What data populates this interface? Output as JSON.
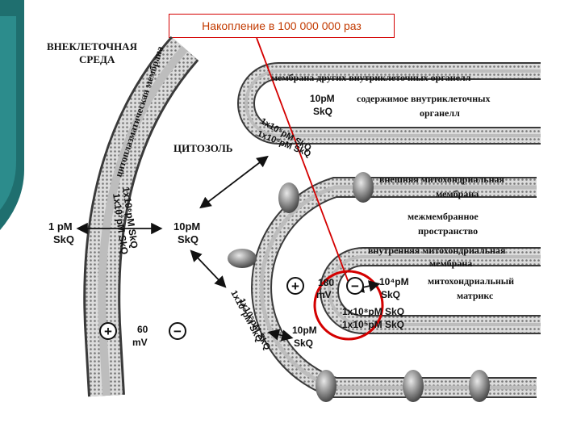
{
  "callout": "Накопление в 100 000 000 раз",
  "labels": {
    "extracellular_1": "ВНЕКЛЕТОЧНАЯ",
    "extracellular_2": "СРЕДА",
    "plasma_membrane": "цитоплазматическая мембрана",
    "cytosol": "ЦИТОЗОЛЬ",
    "organelle_membrane": "мембрана других внутриклеточных органелл",
    "organelle_content_1": "содержимое внутриклеточных",
    "organelle_content_2": "органелл",
    "outer_mito_1": "внешняя митохондриальная",
    "outer_mito_2": "мембрана",
    "intermembrane_1": "межмембранное",
    "intermembrane_2": "пространство",
    "inner_mito_1": "внутренняя митохондриальная",
    "inner_mito_2": "мембрана",
    "matrix_1": "митохондриальный",
    "matrix_2": "матрикс"
  },
  "concentrations": {
    "extra_1": "1 pM",
    "extra_2": "SkQ",
    "cyto_1": "10pM",
    "cyto_2": "SkQ",
    "pm_a": "1x10⁶pM SkQ",
    "pm_b": "1x10⁷pM SkQ",
    "org_a": "10pM",
    "org_b": "SkQ",
    "org_c": "1x10⁵pM SkQ",
    "org_d": "1x10⁵pM SkQ",
    "outer_a": "1x10⁵pM SkQ",
    "outer_b": "1x10⁵pM SkQ",
    "ims_1": "10pM",
    "ims_2": "SkQ",
    "matrix_1": "10⁴pM",
    "matrix_2": "SkQ",
    "inner_a": "1x10⁸pM SkQ",
    "inner_b": "1x10⁵pM SkQ"
  },
  "potentials": {
    "pm_value": "60",
    "pm_unit": "mV",
    "mito_value": "180",
    "mito_unit": "mV",
    "plus": "+",
    "minus": "−"
  },
  "colors": {
    "accent": "#d40000",
    "callout_text": "#c23a00",
    "membrane_dark": "#3a3a3a",
    "membrane_mid": "#9a9a9a",
    "membrane_light": "#d6d6d6"
  }
}
